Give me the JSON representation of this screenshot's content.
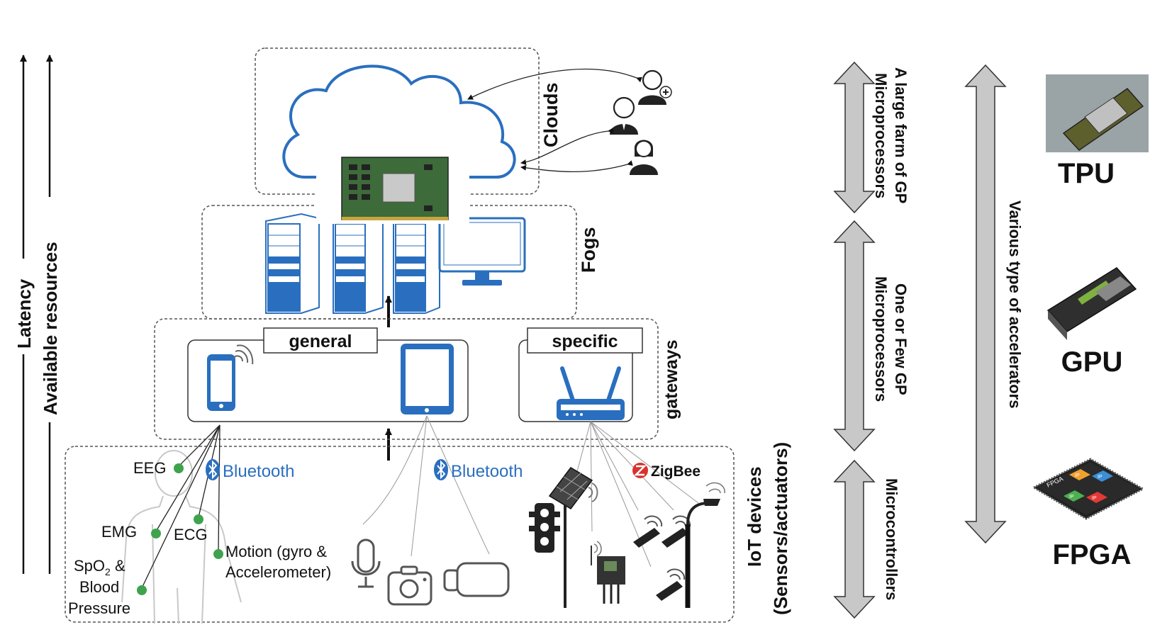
{
  "axes": {
    "latency": "Latency",
    "resources": "Available resources"
  },
  "tiers": {
    "clouds": "Clouds",
    "fogs": "Fogs",
    "gateways": "gateways",
    "iot_line1": "IoT devices",
    "iot_line2": "(Sensors/actuators)"
  },
  "gateway_groups": {
    "general": "general",
    "specific": "specific"
  },
  "protocols": {
    "bluetooth_1": "Bluetooth",
    "bluetooth_2": "Bluetooth",
    "zigbee": "ZigBee"
  },
  "sensors": {
    "eeg": "EEG",
    "emg": "EMG",
    "ecg": "ECG",
    "motion_line1": "Motion (gyro &",
    "motion_line2": "Accelerometer)",
    "spo2_line1": "SpO",
    "spo2_sub": "2",
    "spo2_amp": " &",
    "spo2_line2": "Blood",
    "spo2_line3": "Pressure"
  },
  "processors": {
    "cloud_line1": "A large farm of GP",
    "cloud_line2": "Microprocessors",
    "fog_line1": "One or Few GP",
    "fog_line2": "Microprocessors",
    "edge": "Microcontrollers",
    "accelerators": "Various type of accelerators"
  },
  "accelerators": {
    "tpu": "TPU",
    "gpu": "GPU",
    "fpga": "FPGA",
    "fpga_chip_label": "FPGA",
    "ip_label": "IP"
  },
  "colors": {
    "device_blue": "#2a6fbf",
    "sensor_green": "#3fa34d",
    "arrow_gray": "#c8c8c8"
  },
  "icons": {
    "cloud": "cloud-icon",
    "server": "server-icon",
    "monitor": "monitor-icon",
    "phone": "smartphone-icon",
    "tablet": "tablet-icon",
    "router": "router-icon",
    "user": "user-icon",
    "microphone": "microphone-icon",
    "camera": "camera-icon",
    "video": "video-camera-icon",
    "traffic_light": "traffic-light-icon",
    "solar_panel": "solar-panel-icon",
    "street_lamp": "street-lamp-icon",
    "sensor_node": "sensor-node-icon"
  }
}
